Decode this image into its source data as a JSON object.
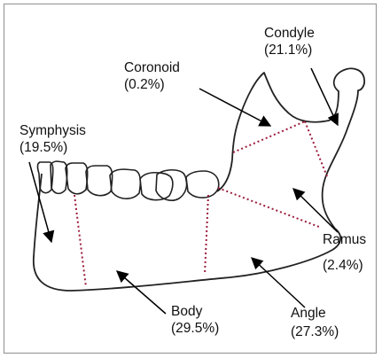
{
  "labels": {
    "condyle": {
      "name": "Condyle",
      "value": "(21.1%)"
    },
    "coronoid": {
      "name": "Coronoid",
      "value": "(0.2%)"
    },
    "symphysis": {
      "name": "Symphysis",
      "value": "(19.5%)"
    },
    "ramus": {
      "name": "Ramus",
      "value": "(2.4%)"
    },
    "body": {
      "name": "Body",
      "value": "(29.5%)"
    },
    "angle": {
      "name": "Angle",
      "value": "(27.3%)"
    }
  },
  "colors": {
    "outline": "#222222",
    "frame": "#9a9a9a",
    "divider": "#9b1b3a",
    "arrow": "#000000"
  }
}
